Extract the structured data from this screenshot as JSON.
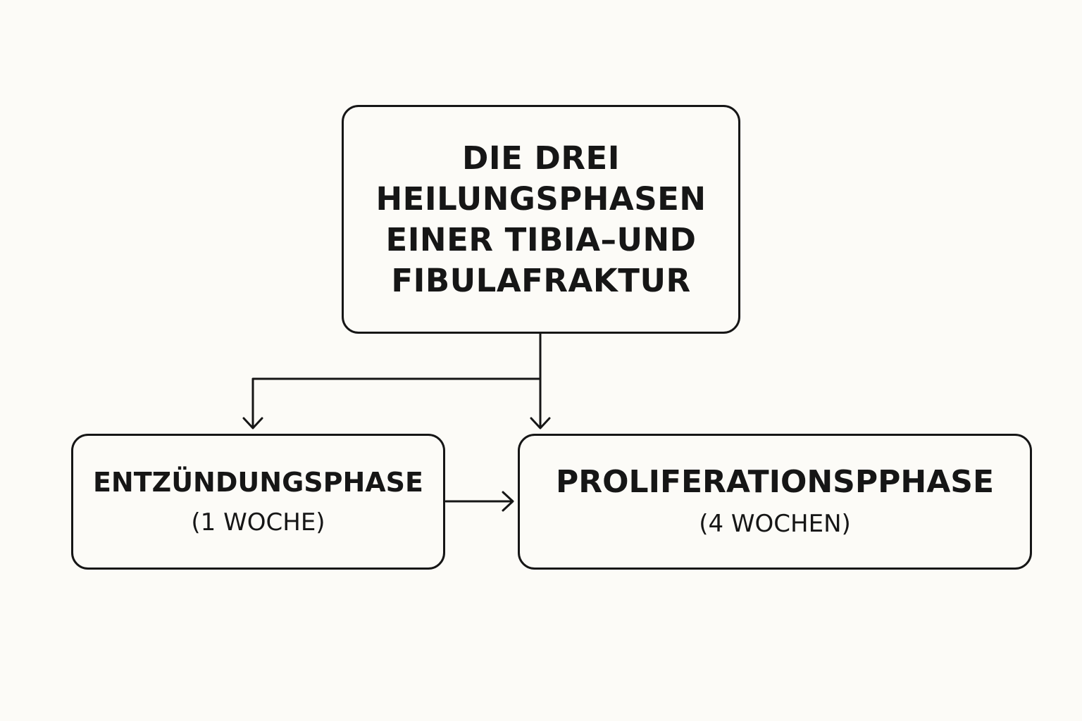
{
  "title": {
    "lines": [
      "DIE DREI",
      "HEILUNGSPHASEN",
      "EINER TIBIA–UND",
      "FIBULAFRAKTUR"
    ]
  },
  "phases": [
    {
      "name": "ENTZÜNDUNGSPHASE",
      "duration": "(1 WOCHE)"
    },
    {
      "name": "PROLIFERATIONSPPHASE",
      "duration": "(4 WOCHEN)"
    }
  ],
  "colors": {
    "background": "#fcfbf7",
    "stroke": "#161616"
  }
}
